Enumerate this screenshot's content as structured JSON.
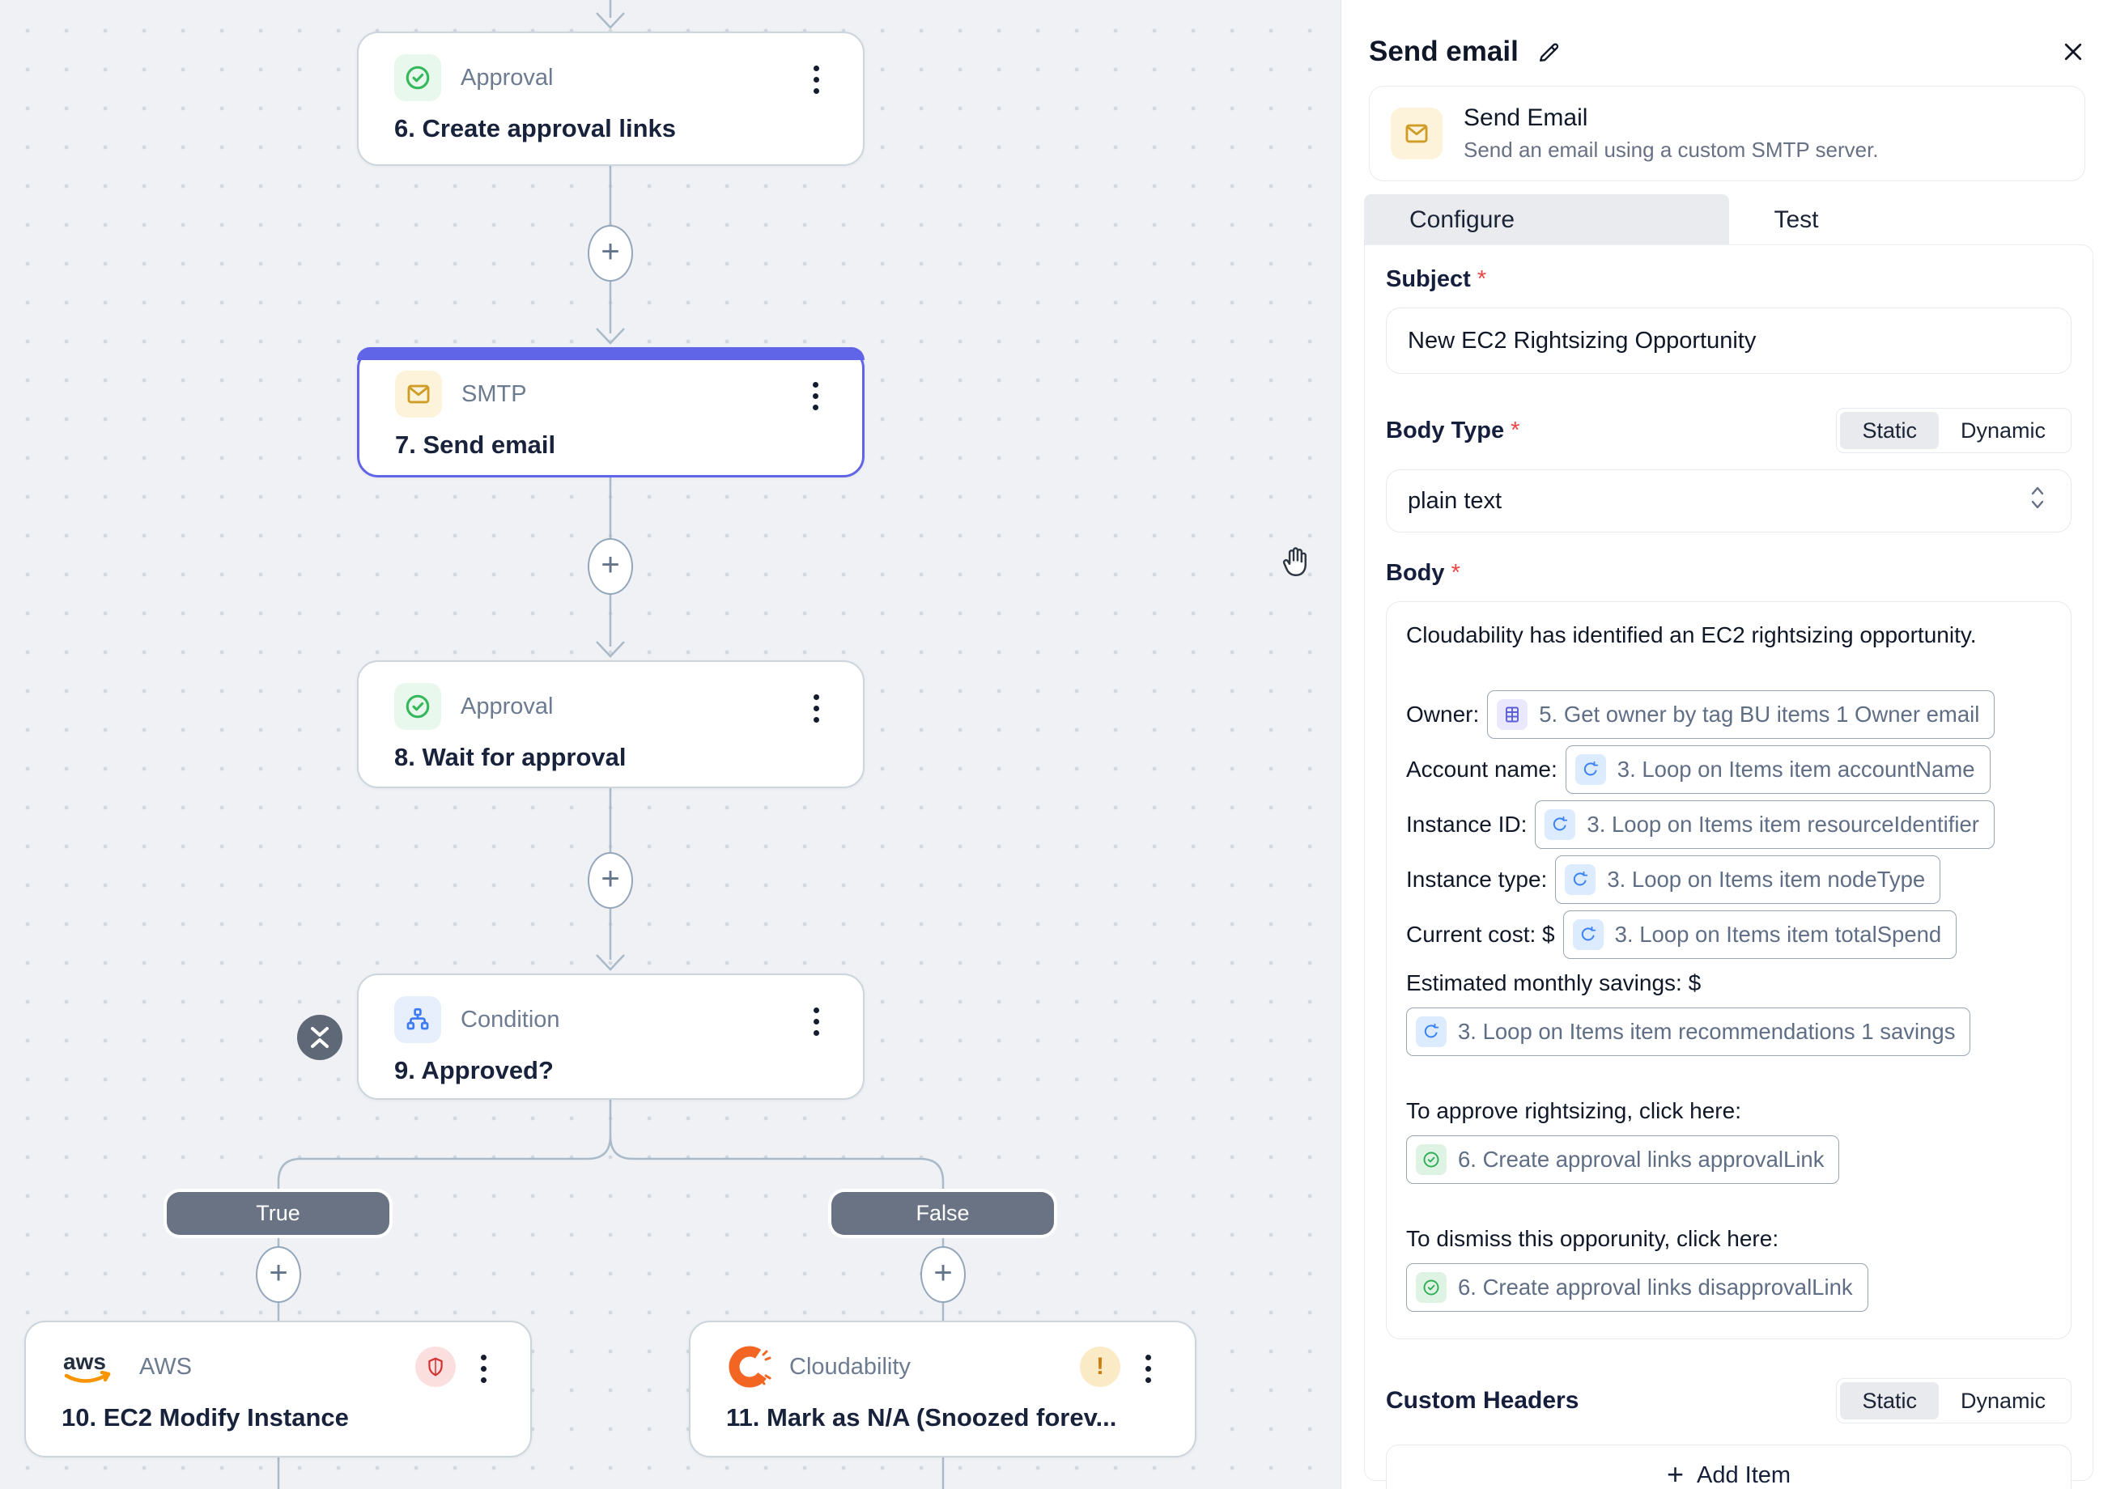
{
  "canvas": {
    "nodes": [
      {
        "app": "Approval",
        "title": "6. Create approval links"
      },
      {
        "app": "SMTP",
        "title": "7. Send email"
      },
      {
        "app": "Approval",
        "title": "8. Wait for approval"
      },
      {
        "app": "Condition",
        "title": "9. Approved?"
      },
      {
        "app": "AWS",
        "title": "10. EC2 Modify Instance"
      },
      {
        "app": "Cloudability",
        "title": "11. Mark as N/A (Snoozed forev..."
      }
    ],
    "branch_labels": {
      "true_label": "True",
      "false_label": "False"
    }
  },
  "panel": {
    "title": "Send email",
    "action_card": {
      "title": "Send Email",
      "description": "Send an email using a custom SMTP server."
    },
    "tabs": [
      {
        "label": "Configure"
      },
      {
        "label": "Test"
      }
    ],
    "fields": {
      "subject": {
        "label": "Subject",
        "value": "New EC2 Rightsizing Opportunity"
      },
      "body_type": {
        "label": "Body Type",
        "options": [
          "Static",
          "Dynamic"
        ],
        "selected": "Static"
      },
      "format_select": {
        "value": "plain text"
      },
      "body": {
        "label": "Body",
        "lines": [
          {
            "text": "Cloudability has identified an EC2 rightsizing opportunity."
          },
          {
            "blank": true
          },
          {
            "label": "Owner:",
            "token": {
              "icon": "table-icon",
              "text": "5. Get owner by tag BU items 1 Owner email"
            }
          },
          {
            "label": "Account name:",
            "token": {
              "icon": "loop-icon",
              "text": "3. Loop on Items item accountName"
            }
          },
          {
            "label": "Instance ID:",
            "token": {
              "icon": "loop-icon",
              "text": "3. Loop on Items item resourceIdentifier"
            }
          },
          {
            "label": "Instance type:",
            "token": {
              "icon": "loop-icon",
              "text": "3. Loop on Items item nodeType"
            }
          },
          {
            "label": "Current cost: $",
            "token": {
              "icon": "loop-icon",
              "text": "3. Loop on Items item totalSpend"
            }
          },
          {
            "text": "Estimated monthly savings: $"
          },
          {
            "token": {
              "icon": "loop-icon",
              "text": "3. Loop on Items item recommendations 1 savings"
            }
          },
          {
            "blank": true
          },
          {
            "text": "To approve rightsizing, click here:"
          },
          {
            "token": {
              "icon": "approval-icon",
              "text": "6. Create approval links approvalLink"
            }
          },
          {
            "blank": true
          },
          {
            "text": "To dismiss this opporunity, click here:"
          },
          {
            "token": {
              "icon": "approval-icon",
              "text": "6. Create approval links disapprovalLink"
            }
          }
        ]
      },
      "custom_headers": {
        "label": "Custom Headers",
        "options": [
          "Static",
          "Dynamic"
        ],
        "selected": "Static"
      }
    },
    "add_item_label": "Add Item"
  },
  "colors": {
    "accent_purple": "#6065e8",
    "green": "#35b85c",
    "amber": "#cf9d25",
    "blue": "#3f7bf0",
    "orange": "#f26522",
    "red": "#d33030",
    "pill_gray": "#6a7383"
  }
}
